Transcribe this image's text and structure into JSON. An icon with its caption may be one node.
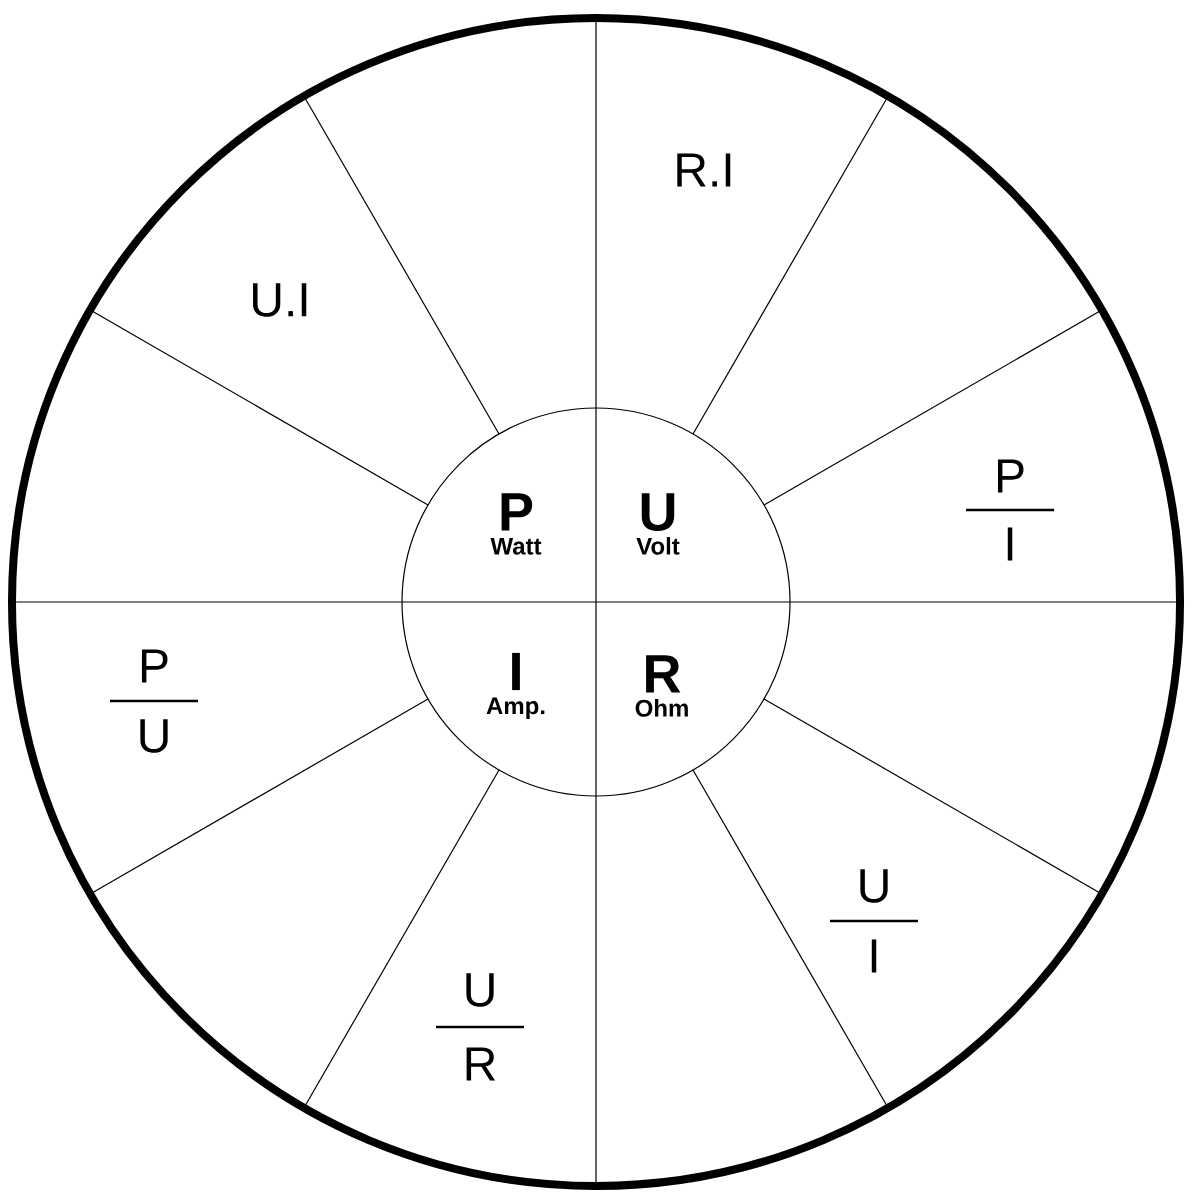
{
  "diagram": {
    "nodes": [
      {
        "text": [
          "P",
          "Watt"
        ]
      },
      {
        "text": [
          "U",
          "Volt"
        ]
      },
      {
        "text": [
          "I",
          "Amp."
        ]
      },
      {
        "text": [
          "R",
          "Ohm"
        ]
      }
    ],
    "labels": [
      "R.I",
      "U.I",
      "P",
      "I",
      "P",
      "U",
      "U",
      "R",
      "U",
      "I"
    ]
  }
}
